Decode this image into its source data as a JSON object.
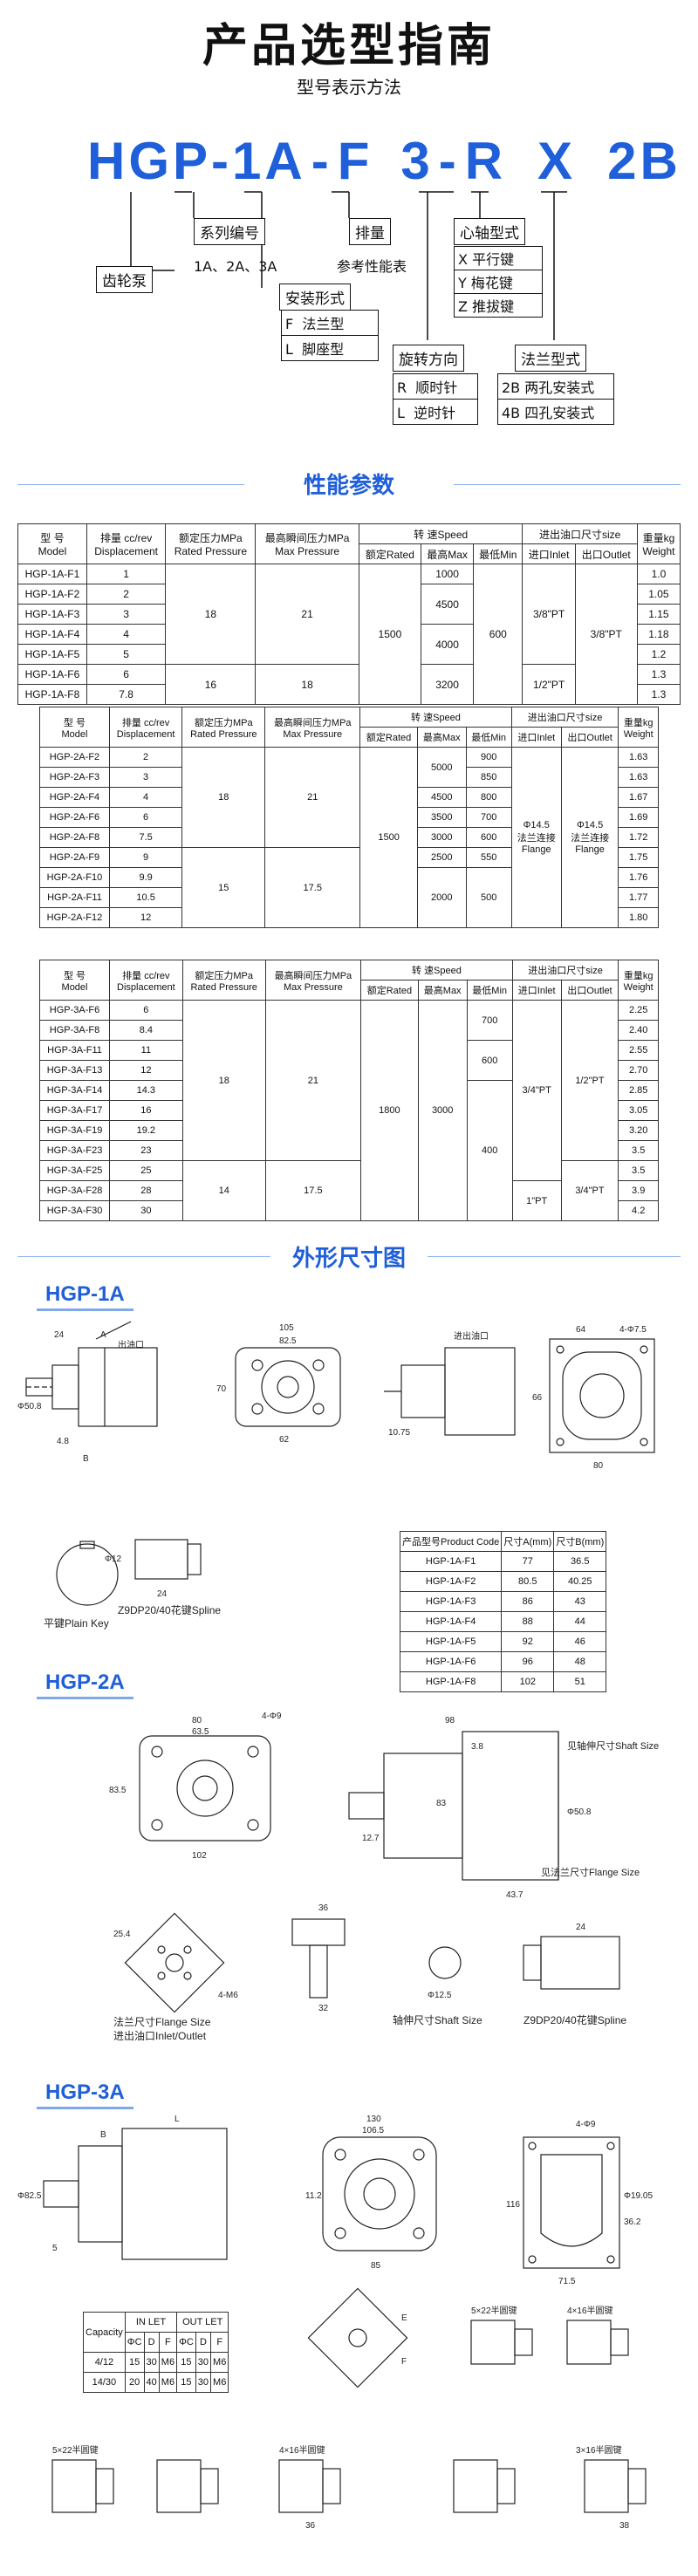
{
  "header": {
    "title": "产品选型指南",
    "subtitle": "型号表示方法",
    "code_parts": [
      "HGP-1A",
      "-",
      "F",
      "3",
      "-",
      "R",
      "X",
      "2B"
    ]
  },
  "legend": {
    "gear_pump": "齿轮泵",
    "series": "系列编号",
    "series_values": "1A、2A、3A",
    "mount_type": "安装形式",
    "mount_options": [
      {
        "code": "F",
        "label": "法兰型"
      },
      {
        "code": "L",
        "label": "脚座型"
      }
    ],
    "displacement": "排量",
    "displacement_ref": "参考性能表",
    "shaft_type": "心轴型式",
    "shaft_options": [
      {
        "code": "X",
        "label": "平行键"
      },
      {
        "code": "Y",
        "label": "梅花键"
      },
      {
        "code": "Z",
        "label": "推拔键"
      }
    ],
    "rotation": "旋转方向",
    "rotation_options": [
      {
        "code": "R",
        "label": "顺时针"
      },
      {
        "code": "L",
        "label": "逆时针"
      }
    ],
    "flange_type": "法兰型式",
    "flange_options": [
      {
        "code": "2B",
        "label": "两孔安装式"
      },
      {
        "code": "4B",
        "label": "四孔安装式"
      }
    ]
  },
  "performance": {
    "title": "性能参数",
    "headers": {
      "model": "型 号",
      "model_en": "Model",
      "disp": "排量 cc/rev",
      "disp_en": "Displacement",
      "rated": "额定压力MPa",
      "rated_en": "Rated Pressure",
      "max": "最高瞬间压力MPa",
      "max_en": "Max Pressure",
      "speed": "转 速Speed",
      "speed_rated": "额定Rated",
      "speed_max": "最高Max",
      "speed_min": "最低Min",
      "port": "进出油口尺寸size",
      "inlet": "进口Inlet",
      "outlet": "出口Outlet",
      "weight": "重量kg",
      "weight_en": "Weight"
    },
    "table1": {
      "rows": [
        {
          "model": "HGP-1A-F1",
          "disp": "1",
          "weight": "1.0"
        },
        {
          "model": "HGP-1A-F2",
          "disp": "2",
          "weight": "1.05"
        },
        {
          "model": "HGP-1A-F3",
          "disp": "3",
          "weight": "1.15"
        },
        {
          "model": "HGP-1A-F4",
          "disp": "4",
          "weight": "1.18"
        },
        {
          "model": "HGP-1A-F5",
          "disp": "5",
          "weight": "1.2"
        },
        {
          "model": "HGP-1A-F6",
          "disp": "6",
          "weight": "1.3"
        },
        {
          "model": "HGP-1A-F8",
          "disp": "7.8",
          "weight": "1.3"
        }
      ],
      "rated_a": "18",
      "rated_b": "16",
      "max_a": "21",
      "max_b": "18",
      "speed_rated": "1500",
      "max1": "1000",
      "max2": "4500",
      "max3": "4000",
      "max4": "3200",
      "min": "600",
      "inlet_a": "3/8\"PT",
      "inlet_b": "1/2\"PT",
      "outlet": "3/8\"PT"
    },
    "table2": {
      "rows": [
        {
          "model": "HGP-2A-F2",
          "disp": "2",
          "max": "5000",
          "min": "900",
          "weight": "1.63"
        },
        {
          "model": "HGP-2A-F3",
          "disp": "3",
          "max": "",
          "min": "850",
          "weight": "1.63"
        },
        {
          "model": "HGP-2A-F4",
          "disp": "4",
          "max": "4500",
          "min": "800",
          "weight": "1.67"
        },
        {
          "model": "HGP-2A-F6",
          "disp": "6",
          "max": "3500",
          "min": "700",
          "weight": "1.69"
        },
        {
          "model": "HGP-2A-F8",
          "disp": "7.5",
          "max": "3000",
          "min": "600",
          "weight": "1.72"
        },
        {
          "model": "HGP-2A-F9",
          "disp": "9",
          "max": "2500",
          "min": "550",
          "weight": "1.75"
        },
        {
          "model": "HGP-2A-F10",
          "disp": "9.9",
          "max": "2000",
          "min": "500",
          "weight": "1.76"
        },
        {
          "model": "HGP-2A-F11",
          "disp": "10.5",
          "max": "",
          "min": "",
          "weight": "1.77"
        },
        {
          "model": "HGP-2A-F12",
          "disp": "12",
          "max": "",
          "min": "",
          "weight": "1.80"
        }
      ],
      "rated_a": "18",
      "rated_b": "15",
      "max_a": "21",
      "max_b": "17.5",
      "speed_rated": "1500",
      "port_in": "Φ14.5\n法兰连接\nFlange",
      "port_out": "Φ14.5\n法兰连接\nFlange"
    },
    "table3": {
      "rows": [
        {
          "model": "HGP-3A-F6",
          "disp": "6",
          "weight": "2.25"
        },
        {
          "model": "HGP-3A-F8",
          "disp": "8.4",
          "weight": "2.40"
        },
        {
          "model": "HGP-3A-F11",
          "disp": "11",
          "weight": "2.55"
        },
        {
          "model": "HGP-3A-F13",
          "disp": "12",
          "weight": "2.70"
        },
        {
          "model": "HGP-3A-F14",
          "disp": "14.3",
          "weight": "2.85"
        },
        {
          "model": "HGP-3A-F17",
          "disp": "16",
          "weight": "3.05"
        },
        {
          "model": "HGP-3A-F19",
          "disp": "19.2",
          "weight": "3.20"
        },
        {
          "model": "HGP-3A-F23",
          "disp": "23",
          "weight": "3.5"
        },
        {
          "model": "HGP-3A-F25",
          "disp": "25",
          "weight": "3.5"
        },
        {
          "model": "HGP-3A-F28",
          "disp": "28",
          "weight": "3.9"
        },
        {
          "model": "HGP-3A-F30",
          "disp": "30",
          "weight": "4.2"
        }
      ],
      "rated_a": "18",
      "rated_b": "14",
      "max_a": "21",
      "max_b": "17.5",
      "speed_rated": "1800",
      "speed_max": "3000",
      "min1": "700",
      "min2": "600",
      "min3": "400",
      "inlet_a": "3/4\"PT",
      "inlet_b": "1\"PT",
      "outlet_a": "1/2\"PT",
      "outlet_b": "3/4\"PT"
    }
  },
  "dimensions": {
    "title": "外形尺寸图",
    "hgp1a": {
      "tag": "HGP-1A",
      "dims": [
        "24",
        "A",
        "出油口",
        "105",
        "82.5",
        "64",
        "4-Φ7.5",
        "进出油口",
        "Φ50.8",
        "70",
        "62",
        "10.75",
        "66",
        "4.8",
        "B",
        "80",
        "Φ12",
        "24"
      ],
      "plain_key": "平键Plain Key",
      "spline": "Z9DP20/40花键Spline",
      "size_table": {
        "headers": [
          "产品型号Product Code",
          "尺寸A(mm)",
          "尺寸B(mm)"
        ],
        "rows": [
          [
            "HGP-1A-F1",
            "77",
            "36.5"
          ],
          [
            "HGP-1A-F2",
            "80.5",
            "40.25"
          ],
          [
            "HGP-1A-F3",
            "86",
            "43"
          ],
          [
            "HGP-1A-F4",
            "88",
            "44"
          ],
          [
            "HGP-1A-F5",
            "92",
            "46"
          ],
          [
            "HGP-1A-F6",
            "96",
            "48"
          ],
          [
            "HGP-1A-F8",
            "102",
            "51"
          ]
        ]
      }
    },
    "hgp2a": {
      "tag": "HGP-2A",
      "dims": [
        "80",
        "63.5",
        "4-Φ9",
        "83.5",
        "102",
        "98",
        "3.8",
        "Φ50.8",
        "43.7",
        "12.7",
        "83",
        "36",
        "25.4",
        "Φ12.5",
        "32",
        "4-M6",
        "24"
      ],
      "shaft_size": "见轴伸尺寸Shaft Size",
      "flange_size": "见法兰尺寸Flange Size",
      "flange_caption": "法兰尺寸Flange Size",
      "port_caption": "进出油口Inlet/Outlet",
      "shaft_caption": "轴伸尺寸Shaft Size",
      "spline_caption": "Z9DP20/40花键Spline"
    },
    "hgp3a": {
      "tag": "HGP-3A",
      "dims": [
        "L",
        "B",
        "Φ82.5",
        "5",
        "130",
        "106.5",
        "4-Φ9",
        "11.2",
        "85",
        "116",
        "71.5",
        "Φ19.05",
        "36.2",
        "E",
        "F",
        "5×22半圆键",
        "4×16半圆键",
        "5×22半圆键",
        "4×16半圆键",
        "3×16半圆键",
        "36",
        "38"
      ],
      "port_table": {
        "capacity": "Capacity",
        "in_let": "IN LET",
        "out_let": "OUT LET",
        "cols": [
          "ΦC",
          "D",
          "F"
        ],
        "rows": [
          [
            "4/12",
            "15",
            "30",
            "M6",
            "15",
            "30",
            "M6"
          ],
          [
            "14/30",
            "20",
            "40",
            "M6",
            "15",
            "30",
            "M6"
          ]
        ]
      }
    }
  }
}
